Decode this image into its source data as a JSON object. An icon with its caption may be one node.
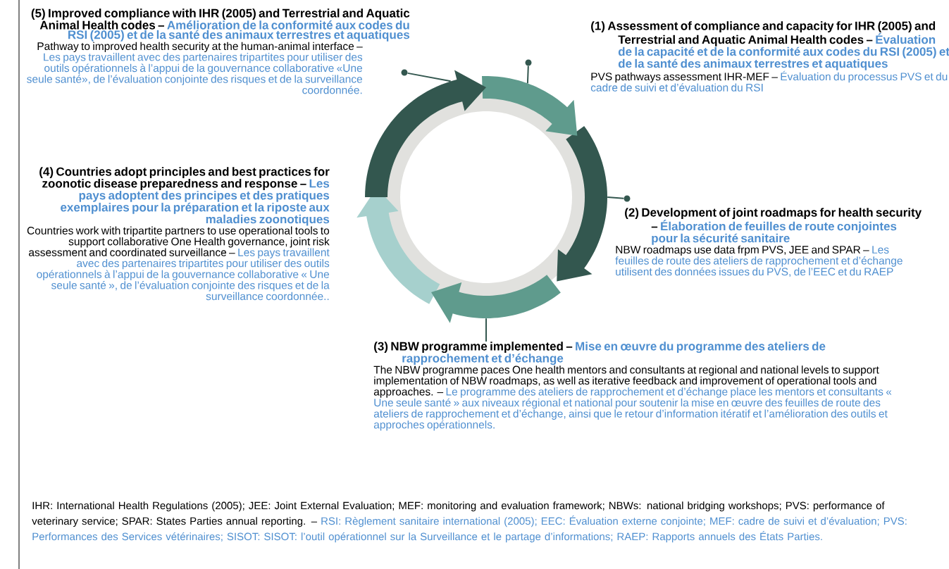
{
  "diagram": {
    "nodes": [
      {
        "text": [
          "(5) Improved compliance with IHR (2005) and Terrestrial and Aquatic Animal Health codes –",
          "Amélioration de la conformité aux codes du RSI (2005) et de la santé des animaux terrestres et aquatiques",
          "Pathway to improved health security at the human-animal interface –",
          "Les pays travaillent avec des partenaires tripartites pour utiliser des outils opérationnels à l’appui de la gouvernance collaborative «Une seule santé», de l’évaluation conjointe des risques et de la surveillance coordonnée."
        ]
      },
      {
        "text": [
          "(1) Assessment of compliance and capacity for IHR (2005) and Terrestrial and Aquatic Animal Health codes –",
          "Évaluation de la capacité et de la conformité aux codes du RSI (2005) et de la santé des animaux terrestres et aquatiques",
          "PVS pathways assessment IHR-MEF –",
          "Évaluation du processus PVS et du cadre de suivi et d’évaluation du RSI"
        ]
      },
      {
        "text": [
          "(2) Development of joint roadmaps for health security –",
          "Élaboration de feuilles de route conjointes pour la sécurité sanitaire",
          "NBW roadmaps use data frpm PVS, JEE and SPAR –",
          "Les feuilles de route des ateliers de rapprochement et d’échange utilisent des données issues du PVS, de l’EEC et du RAEP"
        ]
      },
      {
        "text": [
          "(3) NBW programme implemented –",
          "Mise en œuvre du programme des ateliers de rapprochement et d’échange",
          "The NBW programme paces One health mentors and consultants at regional and national levels to support implementation of NBW roadmaps, as well as iterative feedback and improvement of operational tools and approaches. –",
          "Le programme des ateliers de rapprochement et d’échange place les mentors et consultants « Une seule santé » aux niveaux régional et national pour soutenir la mise en œuvre des feuilles de route des ateliers de rapprochement et d’échange, ainsi que le retour d’information itératif et l’amélioration des outils et approches opérationnels."
        ]
      },
      {
        "text": [
          "(4) Countries adopt principles and best practices for zoonotic disease preparedness and response –",
          "Les pays adoptent des principes et des pratiques exemplaires pour la préparation et la riposte aux maladies zoonotiques",
          "Countries work with tripartite partners to use operational tools to support collaborative One Health governance, joint risk assessment and coordinated surveillance –",
          "Les pays travaillent avec des partenaires tripartites pour utiliser des outils opérationnels à l’appui de la gouvernance collaborative « Une seule santé », de l’évaluation conjointe des risques et de la surveillance coordonnée.."
        ]
      },
      {
        "text": [],
        "shape": "circle"
      },
      {
        "text": [],
        "shape": "circle"
      },
      {
        "text": [],
        "shape": "circle"
      },
      {
        "text": [],
        "shape": "circle"
      }
    ],
    "edges": [
      {
        "from": 5,
        "to": 6,
        "arrow": "none"
      },
      {
        "from": 5,
        "to": 7,
        "arrow": "none"
      },
      {
        "from": 5,
        "to": 8,
        "arrow": "none"
      },
      {
        "from": 5,
        "to": 3,
        "arrow": "none"
      }
    ],
    "labels": [
      "IHR: International Health Regulations (2005); JEE: Joint External Evaluation; MEF: monitoring and evaluation framework; NBWs: national bridging workshops; PVS: performance of veterinary service; SPAR: States Parties annual reporting. –",
      "RSI: Règlement sanitaire international (2005); EEC: Évaluation externe conjointe; MEF: cadre de suivi et d’évaluation; PVS: Performances des Services vétérinaires; SISOT: SISOT: l’outil opérationnel sur la Surveillance et le partage d’informations; RAEP: Rapports annuels des États Parties."
    ]
  }
}
